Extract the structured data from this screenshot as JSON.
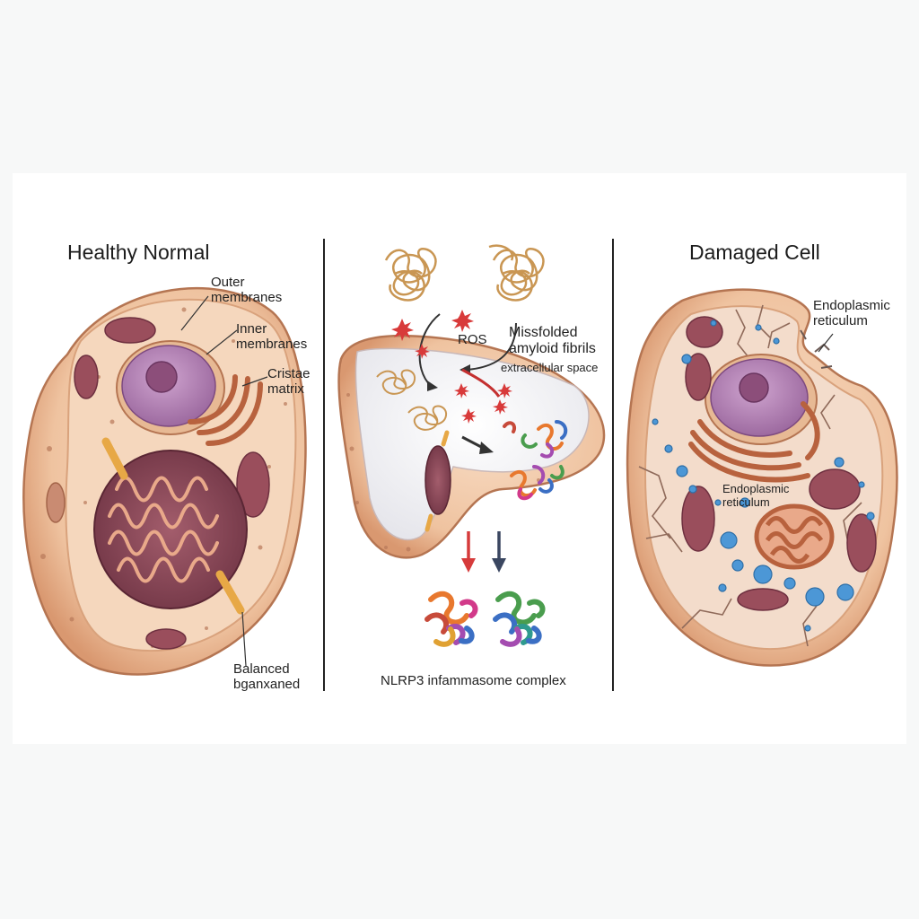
{
  "panels": {
    "left": {
      "title": "Healthy Normal",
      "labels": {
        "outer": "Outer\nmembranes",
        "inner": "Inner\nmembranes",
        "cristae": "Cristae\nmatrix",
        "balanced": "Balanced\nbganxaned"
      }
    },
    "middle": {
      "labels": {
        "ros": "ROS",
        "misfolded": "Missfolded\namyloid fibrils",
        "extracellular": "extracellular space",
        "nlrp3": "NLRP3 infammasome complex"
      }
    },
    "right": {
      "title": "Damaged Cell",
      "labels": {
        "er_top": "Endoplasmic\nreticulum",
        "er_mid": "Endoplasmic\nreticulum"
      }
    }
  },
  "colors": {
    "cell_fill": "#f1c9a8",
    "cell_edge": "#c98b62",
    "cytoplasm": "#f6dcc6",
    "nucleus": "#b784b6",
    "mitochondria": "#8e4a5c",
    "arrow_red": "#d63b3b",
    "arrow_dark": "#3a4660"
  }
}
